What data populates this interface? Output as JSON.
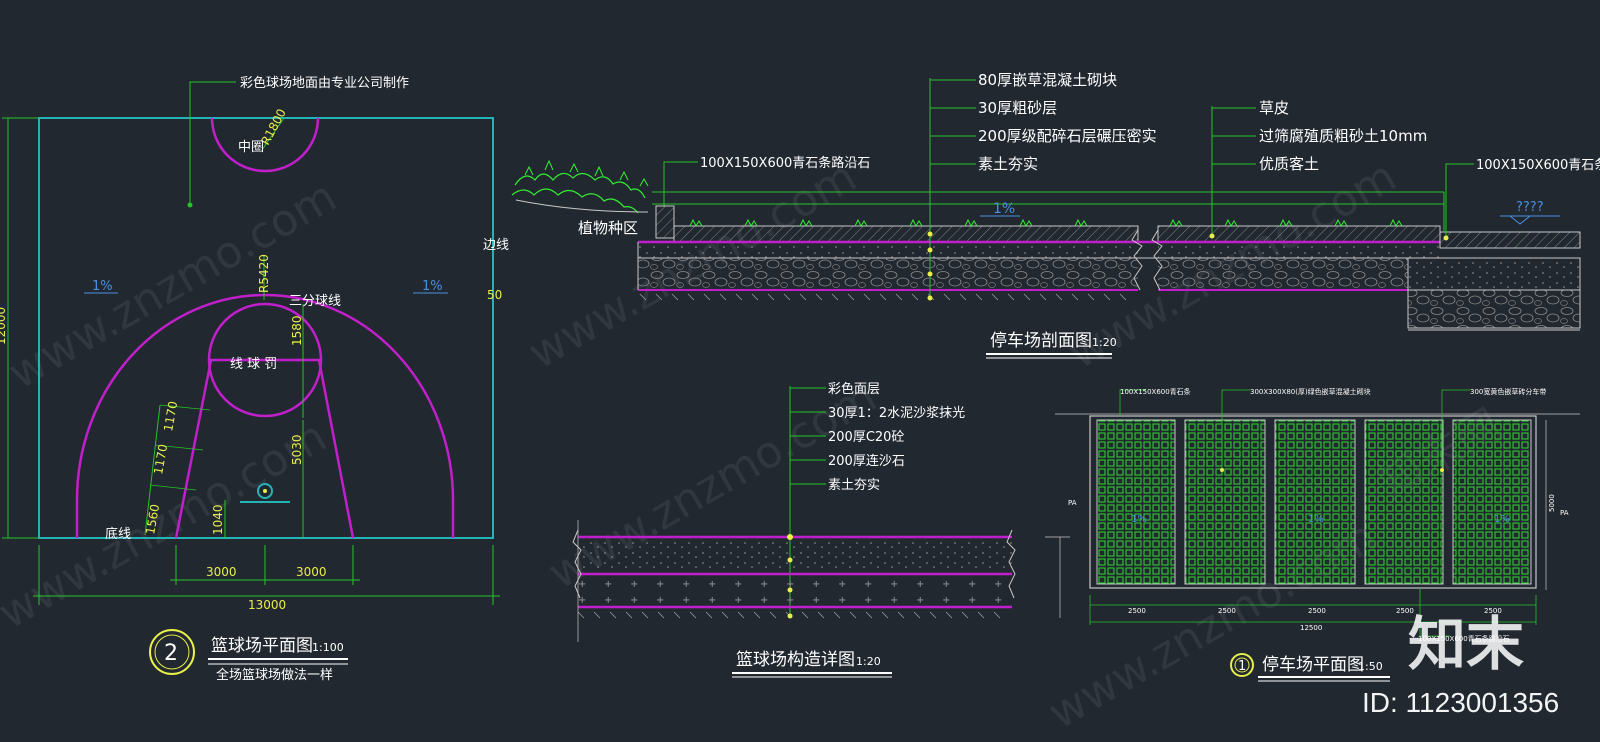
{
  "court_plan": {
    "note": "彩色球场地面由专业公司制作",
    "center_circle": "中圈",
    "center_radius": "R1800",
    "sideline": "边线",
    "slope_left": "1%",
    "slope_right": "1%",
    "three_point_radius": "R5420",
    "three_point_line": "三分球线",
    "free_throw_line": "线 球 罚",
    "baseline": "底线",
    "dim_side": "50",
    "dim_height": "12000",
    "dim_1580": "1580",
    "dim_5030": "5030",
    "dim_1040": "1040",
    "dim_1170a": "1170",
    "dim_1170b": "1170",
    "dim_1560": "1560",
    "dim_3000a": "3000",
    "dim_3000b": "3000",
    "dim_13000": "13000",
    "badge": "2",
    "title": "篮球场平面图",
    "scale": "1:100",
    "subtitle": "全场篮球场做法一样"
  },
  "parking_section": {
    "layers": [
      "80厚嵌草混凝土砌块",
      "30厚粗砂层",
      "200厚级配碎石层碾压密实",
      "素土夯实"
    ],
    "curb_left": "100X150X600青石条路沿石",
    "planting": "植物种区",
    "slope": "1%",
    "grass_layers": [
      "草皮",
      "过筛腐殖质粗砂土10mm",
      "优质客土"
    ],
    "curb_right": "100X150X600青石条",
    "unknown_mark": "????",
    "title": "停车场剖面图",
    "scale": "1:20"
  },
  "court_detail": {
    "layers": [
      "彩色面层",
      "30厚1：2水泥沙浆抹光",
      "200厚C20砼",
      "200厚连沙石",
      "素土夯实"
    ],
    "title": "篮球场构造详图",
    "scale": "1:20"
  },
  "parking_plan": {
    "label_a": "100X150X600青石条",
    "label_b": "300X300X80(厚)绿色嵌草混凝土砌块",
    "label_c": "300宽黄色嵌草砖分车带",
    "label_bottom": "100X150X600青石条路沿石",
    "pa_left": "PA",
    "pa_right": "PA",
    "dim_h": "5000",
    "dims": [
      "2500",
      "2500",
      "2500",
      "2500",
      "2500"
    ],
    "dim_total": "12500",
    "badge": "1",
    "title": "停车场平面图",
    "scale": "1:50"
  },
  "watermark": {
    "site": "www.znzmo.com",
    "cn": "知末网",
    "brand": "知末",
    "id": "ID: 1123001356"
  },
  "colors": {
    "background": "#212830",
    "court": "#25b3b8",
    "magenta": "#c21fcc",
    "dimension": "#27c427",
    "text": "#ffffff"
  }
}
